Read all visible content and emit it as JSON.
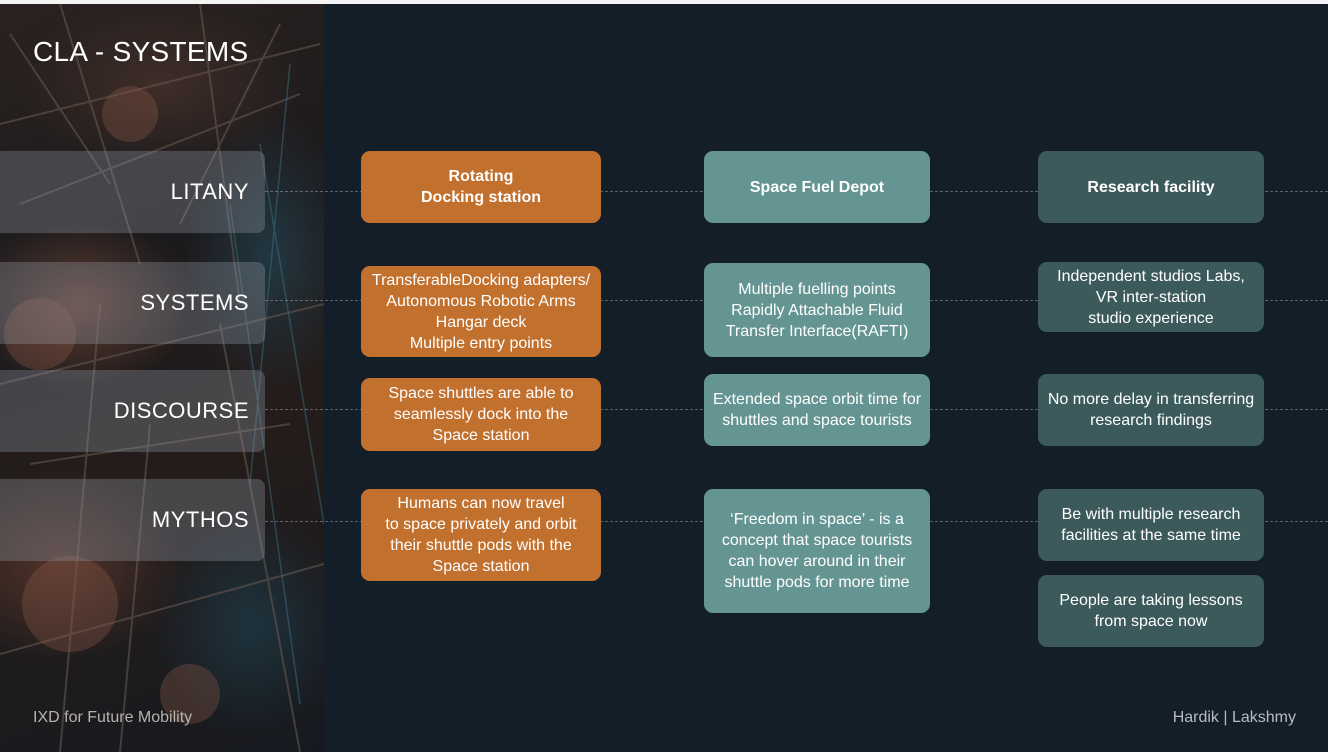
{
  "slide": {
    "title": "CLA - SYSTEMS",
    "footer_left": "IXD for Future Mobility",
    "footer_right": "Hardik | Lakshmy"
  },
  "rows": [
    {
      "label": "LITANY"
    },
    {
      "label": "SYSTEMS"
    },
    {
      "label": "DISCOURSE"
    },
    {
      "label": "MYTHOS"
    }
  ],
  "columns": [
    {
      "color": "#c2702e",
      "cells": {
        "litany": "Rotating\nDocking station",
        "systems": "TransferableDocking adapters/\nAutonomous Robotic Arms\nHangar deck\nMultiple entry points",
        "discourse": "Space shuttles are able to\nseamlessly dock into the\nSpace station",
        "mythos": "Humans can now travel\nto space privately and orbit\ntheir shuttle pods with the\nSpace station"
      }
    },
    {
      "color": "#659593",
      "cells": {
        "litany": "Space Fuel Depot",
        "systems": "Multiple fuelling points\nRapidly Attachable Fluid\nTransfer Interface(RAFTI)",
        "discourse": "Extended space orbit time for\nshuttles and space tourists",
        "mythos": "‘Freedom in space’ - is a\nconcept that space tourists\ncan hover around in their\nshuttle pods for more time"
      }
    },
    {
      "color": "#3c5a5c",
      "cells": {
        "litany": "Research facility",
        "systems": "Independent studios Labs,\nVR inter-station\nstudio experience",
        "discourse": "No more delay in transferring\nresearch findings",
        "mythos": "Be with multiple research\nfacilities at the same time",
        "mythos_extra": "People are taking lessons\nfrom space now"
      }
    }
  ]
}
